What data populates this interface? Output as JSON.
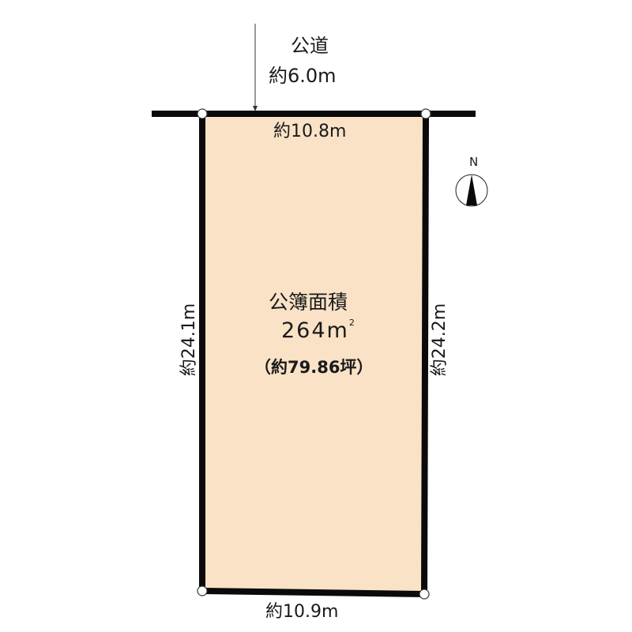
{
  "colors": {
    "lot_fill": "#f9e2c6",
    "boundary": "#0a0a0a",
    "marker_fill": "#ffffff"
  },
  "road": {
    "name": "公道",
    "width": "約6.0m"
  },
  "lot": {
    "edges": {
      "top": "約10.8m",
      "bottom": "約10.9m",
      "left": "約24.1m",
      "right": "約24.2m"
    },
    "area_title": "公簿面積",
    "area_value": "264",
    "area_unit": "m",
    "area_unit_sup": "2",
    "area_tsubo": "（約79.86坪）"
  },
  "compass": {
    "label": "N"
  }
}
